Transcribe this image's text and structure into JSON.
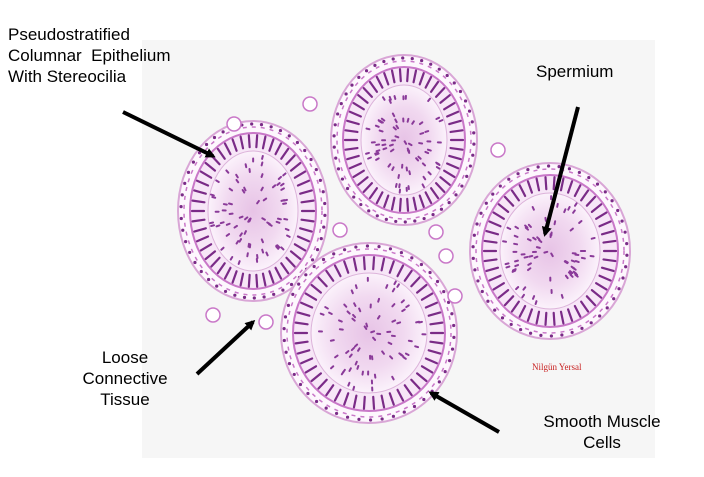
{
  "labels": {
    "pseudostratified": "Pseudostratified\nColumnar  Epithelium\nWith Stereocilia",
    "spermium": "Spermium",
    "loose_connective": "Loose\nConnective\nTissue",
    "smooth_muscle": "Smooth Muscle\nCells"
  },
  "watermark": "Nilgün Yersal",
  "colors": {
    "tissue_bg": "#f6f6f6",
    "epithelium": "#c978c8",
    "nucleus": "#7a2b87",
    "membrane": "#d9a6d6",
    "arrow": "#000000",
    "watermark": "#c81e1e"
  },
  "tubules": [
    "tubule-top",
    "tubule-left",
    "tubule-right",
    "tubule-bottom"
  ],
  "icons": [
    "arrow-icon"
  ]
}
